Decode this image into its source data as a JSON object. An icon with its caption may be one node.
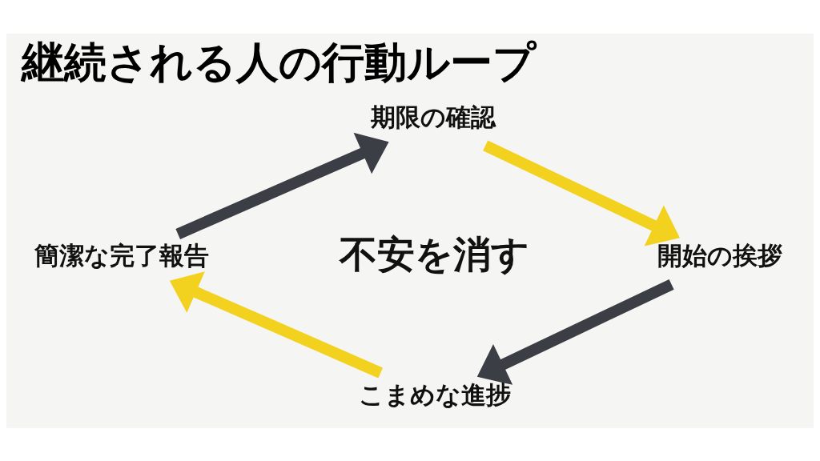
{
  "diagram": {
    "title": "継続される人の行動ループ",
    "nodes": [
      {
        "text": [
          "期限の確認"
        ]
      },
      {
        "text": [
          "簡潔な完了報告"
        ]
      },
      {
        "text": [
          "開始の挨拶"
        ]
      },
      {
        "text": [
          "こまめな進捗"
        ]
      }
    ],
    "edges": [
      {
        "from": 1,
        "to": 0,
        "arrow": "to",
        "color": "#3b3e45"
      },
      {
        "from": 0,
        "to": 2,
        "arrow": "to",
        "color": "#f2d21f"
      },
      {
        "from": 2,
        "to": 3,
        "arrow": "to",
        "color": "#3b3e45"
      },
      {
        "from": 3,
        "to": 1,
        "arrow": "to",
        "color": "#f2d21f"
      }
    ],
    "labels": [
      "不安を消す"
    ]
  }
}
